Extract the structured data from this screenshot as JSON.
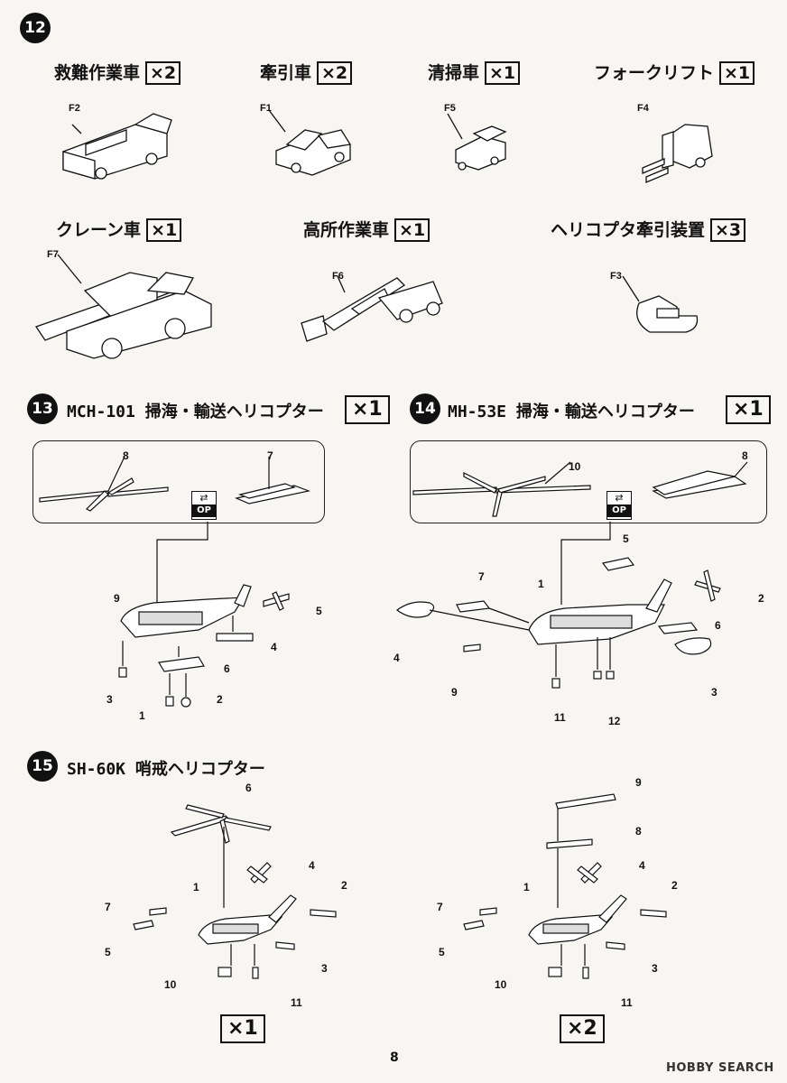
{
  "steps": {
    "s12": "12",
    "s13": "13",
    "s14": "14",
    "s15": "15"
  },
  "vehicles": {
    "rescue_truck": {
      "label": "救難作業車",
      "qty": "×2",
      "part": "F2"
    },
    "tow_tractor": {
      "label": "牽引車",
      "qty": "×2",
      "part": "F1"
    },
    "sweeper": {
      "label": "清掃車",
      "qty": "×1",
      "part": "F5"
    },
    "forklift": {
      "label": "フォークリフト",
      "qty": "×1",
      "part": "F4"
    },
    "crane_truck": {
      "label": "クレーン車",
      "qty": "×1",
      "part": "F7"
    },
    "aerial_work": {
      "label": "高所作業車",
      "qty": "×1",
      "part": "F6"
    },
    "heli_tow": {
      "label": "ヘリコプタ牽引装置",
      "qty": "×3",
      "part": "F3"
    }
  },
  "section13": {
    "title": "MCH-101 掃海・輸送ヘリコプター",
    "qty": "×1",
    "op": "OP",
    "parts": [
      "8",
      "7",
      "9",
      "5",
      "4",
      "6",
      "3",
      "1",
      "2"
    ]
  },
  "section14": {
    "title": "MH-53E 掃海・輸送ヘリコプター",
    "qty": "×1",
    "op": "OP",
    "parts": [
      "10",
      "8",
      "5",
      "7",
      "1",
      "2",
      "6",
      "4",
      "9",
      "3",
      "11",
      "12"
    ]
  },
  "section15": {
    "title": "SH-60K 哨戒ヘリコプター",
    "left_parts": [
      "6",
      "4",
      "1",
      "2",
      "7",
      "5",
      "3",
      "10",
      "11"
    ],
    "right_parts": [
      "9",
      "8",
      "4",
      "1",
      "2",
      "7",
      "5",
      "3",
      "10",
      "11"
    ],
    "qty_left": "×1",
    "qty_right": "×2"
  },
  "page_number": "8",
  "watermark": "HOBBY SEARCH",
  "icons": [
    "step-number-icon",
    "option-swap-icon"
  ]
}
